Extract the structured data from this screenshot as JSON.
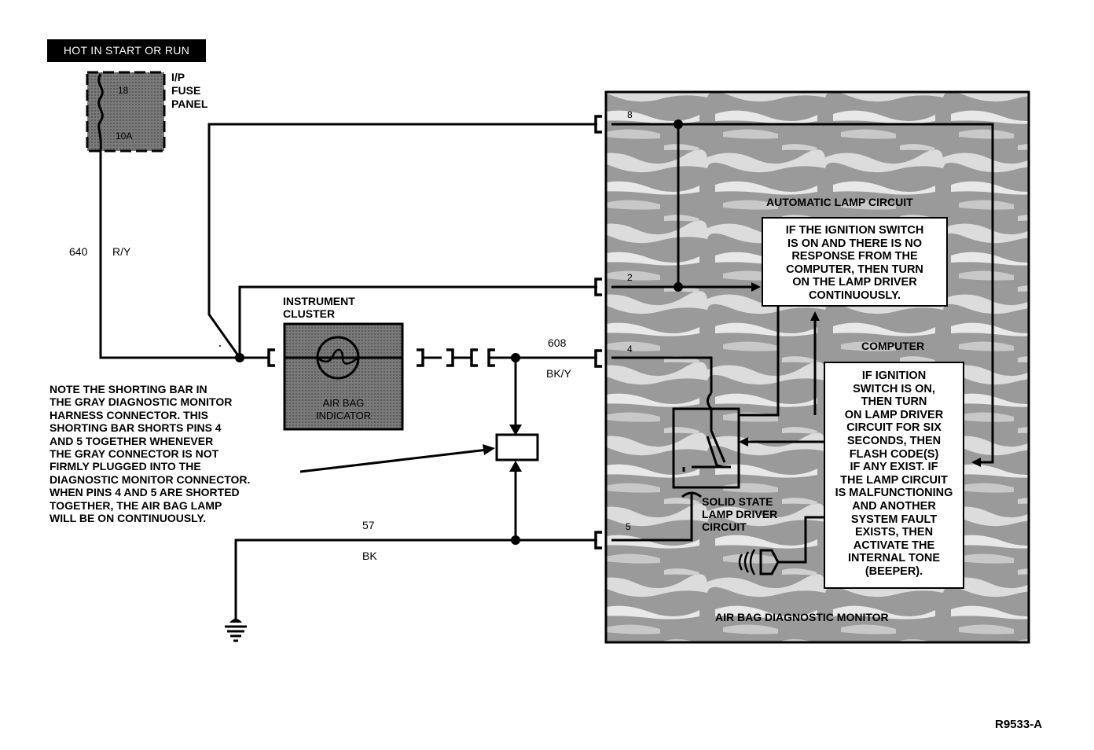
{
  "header_label": "HOT IN START OR RUN",
  "fuse_panel": {
    "label_lines": [
      "I/P",
      "FUSE",
      "PANEL"
    ],
    "fuse_number": "18",
    "fuse_rating": "10A"
  },
  "wires": {
    "w640": {
      "circuit": "640",
      "color": "R/Y"
    },
    "w608": {
      "circuit": "608",
      "color": "BK/Y"
    },
    "w57": {
      "circuit": "57",
      "color": "BK"
    }
  },
  "instrument_cluster": {
    "title_lines": [
      "INSTRUMENT",
      "CLUSTER"
    ],
    "lamp_label_lines": [
      "AIR BAG",
      "INDICATOR"
    ]
  },
  "note_lines": [
    "NOTE THE SHORTING BAR IN",
    "THE GRAY DIAGNOSTIC MONITOR",
    "HARNESS CONNECTOR. THIS",
    "SHORTING BAR SHORTS PINS 4",
    "AND 5 TOGETHER WHENEVER",
    "THE GRAY CONNECTOR IS NOT",
    "FIRMLY PLUGGED INTO THE",
    "DIAGNOSTIC MONITOR CONNECTOR.",
    "WHEN PINS 4 AND 5 ARE SHORTED",
    "TOGETHER, THE AIR BAG LAMP",
    "WILL BE ON CONTINUOUSLY."
  ],
  "monitor": {
    "title": "AIR BAG DIAGNOSTIC MONITOR",
    "pins": {
      "p8": "8",
      "p2": "2",
      "p4": "4",
      "p5": "5"
    },
    "auto_lamp_title": "AUTOMATIC LAMP CIRCUIT",
    "auto_lamp_text_lines": [
      "IF THE IGNITION SWITCH",
      "IS ON AND THERE IS NO",
      "RESPONSE FROM THE",
      "COMPUTER, THEN TURN",
      "ON THE LAMP DRIVER",
      "CONTINUOUSLY."
    ],
    "computer_title": "COMPUTER",
    "computer_text_lines": [
      "IF IGNITION",
      "SWITCH IS ON,",
      "THEN TURN",
      "ON LAMP DRIVER",
      "CIRCUIT FOR SIX",
      "SECONDS, THEN",
      "FLASH CODE(S)",
      "IF ANY EXIST. IF",
      "THE LAMP CIRCUIT",
      "IS MALFUNCTIONING",
      "AND ANOTHER",
      "SYSTEM FAULT",
      "EXISTS, THEN",
      "ACTIVATE THE",
      "INTERNAL TONE",
      "(BEEPER)."
    ],
    "driver_label_lines": [
      "SOLID STATE",
      "LAMP DRIVER",
      "CIRCUIT"
    ]
  },
  "figure_code": "R9533-A"
}
